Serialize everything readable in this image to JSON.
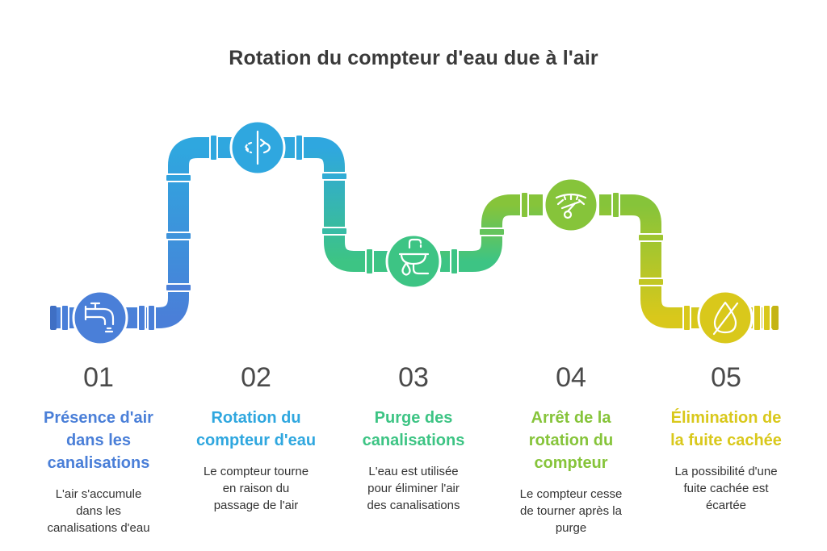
{
  "title": "Rotation du compteur d'eau due à l'air",
  "colors": {
    "step1": "#4a7fd8",
    "step2": "#2fa7df",
    "step3": "#3dc484",
    "step4": "#86c43a",
    "step5": "#d9c81b"
  },
  "steps": [
    {
      "number": "01",
      "heading_lines": [
        "Présence d'air",
        "dans les",
        "canalisations"
      ],
      "desc_lines": [
        "L'air s'accumule",
        "dans les",
        "canalisations d'eau"
      ],
      "icon": "faucet-icon"
    },
    {
      "number": "02",
      "heading_lines": [
        "Rotation du",
        "compteur d'eau"
      ],
      "desc_lines": [
        "Le compteur tourne",
        "en raison du",
        "passage de l'air"
      ],
      "icon": "rotation-icon"
    },
    {
      "number": "03",
      "heading_lines": [
        "Purge des",
        "canalisations"
      ],
      "desc_lines": [
        "L'eau est utilisée",
        "pour éliminer l'air",
        "des canalisations"
      ],
      "icon": "sink-drain-icon"
    },
    {
      "number": "04",
      "heading_lines": [
        "Arrêt de la",
        "rotation du",
        "compteur"
      ],
      "desc_lines": [
        "Le compteur cesse",
        "de tourner après la",
        "purge"
      ],
      "icon": "meter-gauge-icon"
    },
    {
      "number": "05",
      "heading_lines": [
        "Élimination de",
        "la fuite cachée"
      ],
      "desc_lines": [
        "La possibilité d'une",
        "fuite cachée est",
        "écartée"
      ],
      "icon": "no-drop-icon"
    }
  ]
}
